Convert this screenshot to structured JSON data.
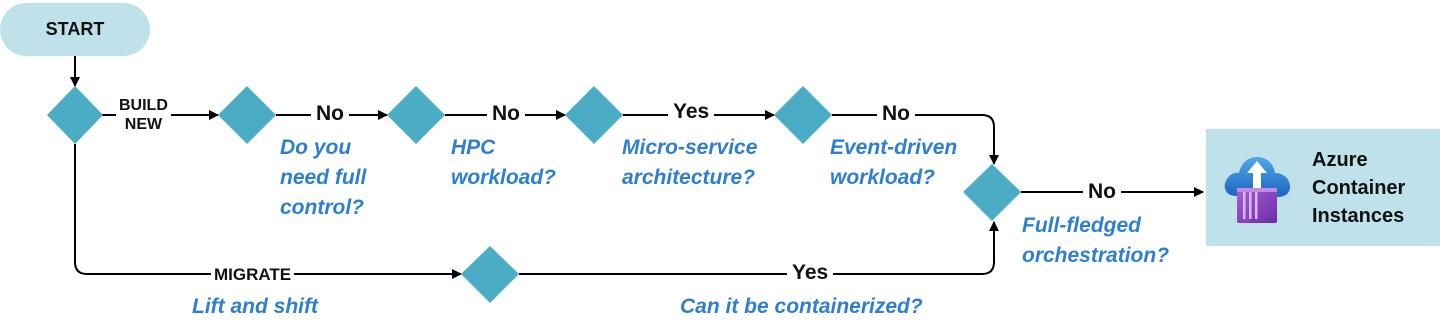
{
  "start": {
    "label": "START"
  },
  "edges": {
    "build_new_line1": "BUILD",
    "build_new_line2": "NEW",
    "no_1": "No",
    "no_2": "No",
    "yes_1": "Yes",
    "no_3": "No",
    "no_4": "No",
    "migrate": "MIGRATE",
    "yes_2": "Yes"
  },
  "questions": {
    "full_control": [
      "Do you",
      "need  full",
      "control?"
    ],
    "hpc": [
      "HPC",
      "workload?"
    ],
    "microservice": [
      "Micro-service",
      "architecture?"
    ],
    "event_driven": [
      "Event-driven",
      "workload?"
    ],
    "orchestration": [
      "Full-fledged",
      "orchestration?"
    ],
    "lift_shift": "Lift and shift",
    "containerized": "Can it be containerized?"
  },
  "result": {
    "lines": [
      "Azure",
      "Container",
      "Instances"
    ],
    "icon": "azure-container-instances-icon"
  },
  "colors": {
    "diamond": "#4bacc6",
    "question_text": "#2e7fd0",
    "result_box": "#bfe2ea",
    "start_box": "#bfe2ea"
  }
}
